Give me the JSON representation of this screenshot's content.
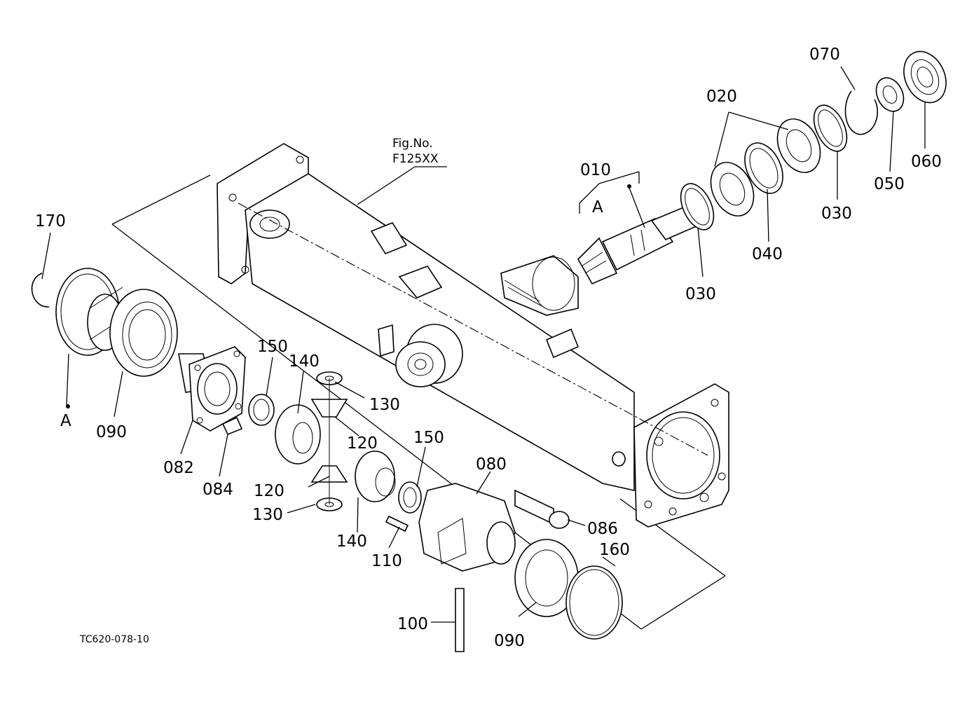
{
  "figure_ref": {
    "line1": "Fig.No.",
    "line2": "F125XX"
  },
  "drawing_code": "TC620-078-10",
  "section_mark": "A",
  "callouts": {
    "p010": "010",
    "p020": "020",
    "p030a": "030",
    "p030b": "030",
    "p040": "040",
    "p050": "050",
    "p060": "060",
    "p070": "070",
    "p080": "080",
    "p082": "082",
    "p084": "084",
    "p086": "086",
    "p090a": "090",
    "p090b": "090",
    "p100": "100",
    "p110": "110",
    "p120a": "120",
    "p120b": "120",
    "p130a": "130",
    "p130b": "130",
    "p140a": "140",
    "p140b": "140",
    "p150a": "150",
    "p150b": "150",
    "p160": "160",
    "p170": "170",
    "markA_left": "A",
    "markA_shaft": "A"
  }
}
